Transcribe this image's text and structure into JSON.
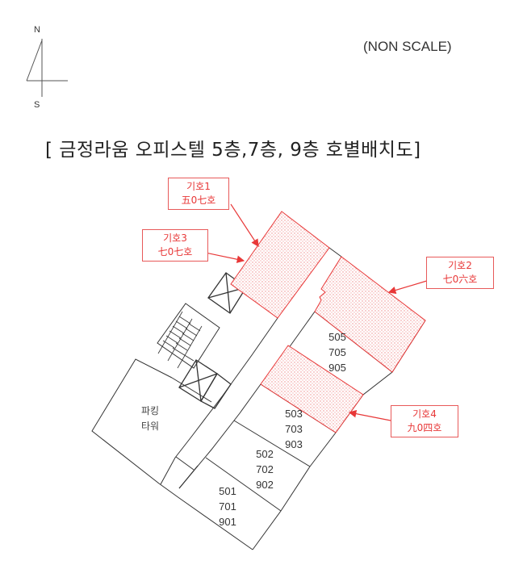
{
  "compass": {
    "north": "N",
    "south": "S"
  },
  "scale_note": "(NON SCALE)",
  "title": "[ 금정라움 오피스텔 5층,7층, 9층 호별배치도]",
  "colors": {
    "highlight": "#e83838",
    "hatch": "#f4b4b4",
    "line": "#333333"
  },
  "legend": [
    {
      "id": "legend-1",
      "line1": "기호1",
      "line2": "五0七호"
    },
    {
      "id": "legend-2",
      "line1": "기호2",
      "line2": "七0六호"
    },
    {
      "id": "legend-3",
      "line1": "기호3",
      "line2": "七0七호"
    },
    {
      "id": "legend-4",
      "line1": "기호4",
      "line2": "九0四호"
    }
  ],
  "units": [
    {
      "line1": "505",
      "line2": "705",
      "line3": "905"
    },
    {
      "line1": "503",
      "line2": "703",
      "line3": "903"
    },
    {
      "line1": "502",
      "line2": "702",
      "line3": "902"
    },
    {
      "line1": "501",
      "line2": "701",
      "line3": "901"
    }
  ],
  "rooms": {
    "parking_line1": "파킹",
    "parking_line2": "타워"
  }
}
